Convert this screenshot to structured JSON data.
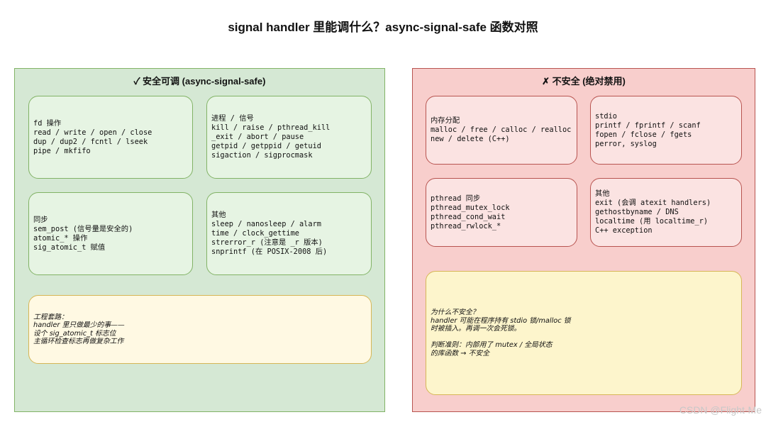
{
  "title": "signal handler 里能调什么？async-signal-safe 函数对照",
  "safe": {
    "heading": "✓ 安全可调 (async-signal-safe)",
    "fd": {
      "lines": [
        "fd 操作",
        "read / write / open / close",
        "dup / dup2 / fcntl / lseek",
        "pipe / mkfifo"
      ]
    },
    "process": {
      "lines": [
        "进程 / 信号",
        "kill / raise / pthread_kill",
        "_exit / abort / pause",
        "getpid / getppid / getuid",
        "sigaction / sigprocmask"
      ]
    },
    "sync": {
      "lines": [
        "同步",
        "sem_post (信号量是安全的)",
        "atomic_* 操作",
        "sig_atomic_t 赋值"
      ]
    },
    "other": {
      "lines": [
        "其他",
        "sleep / nanosleep / alarm",
        "time / clock_gettime",
        "strerror_r (注意是 _r 版本)",
        "snprintf (在 POSIX-2008 后)"
      ]
    },
    "note": {
      "lines": [
        "工程套路：",
        "handler 里只做最少的事——",
        "设个 sig_atomic_t 标志位",
        "主循环检查标志再做复杂工作"
      ]
    }
  },
  "unsafe": {
    "heading": "✗ 不安全 (绝对禁用)",
    "memory": {
      "lines": [
        "内存分配",
        "malloc / free / calloc / realloc",
        "new / delete (C++)"
      ]
    },
    "stdio": {
      "lines": [
        "stdio",
        "printf / fprintf / scanf",
        "fopen / fclose / fgets",
        "perror, syslog"
      ]
    },
    "pthread": {
      "lines": [
        "pthread 同步",
        "pthread_mutex_lock",
        "pthread_cond_wait",
        "pthread_rwlock_*"
      ]
    },
    "other": {
      "lines": [
        "其他",
        "exit (会调 atexit handlers)",
        "gethostbyname / DNS",
        "localtime (用 localtime_r)",
        "C++ exception"
      ]
    },
    "note": {
      "lines": [
        "为什么不安全？",
        "handler 可能在程序持有 stdio 锁/malloc 锁",
        "时被插入。再调一次会死锁。",
        "",
        "判断准则：内部用了 mutex / 全局状态",
        "的库函数 → 不安全"
      ]
    }
  },
  "watermark": "CSDN @Flight-Me"
}
